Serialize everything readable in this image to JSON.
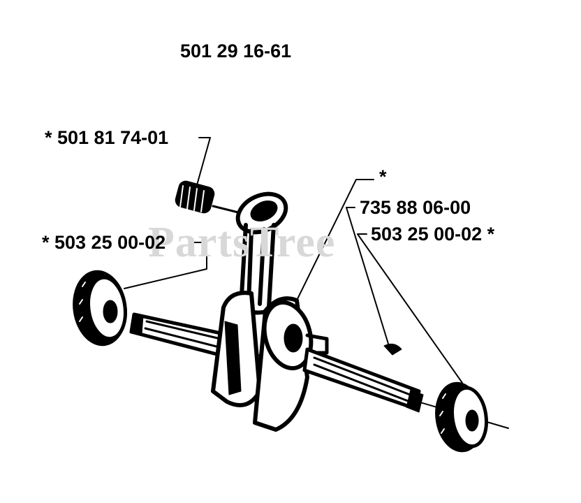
{
  "title_part": "501 29 16-61",
  "callouts": {
    "needle_bearing": "*  501 81 74-01",
    "bearing_left": "*  503 25 00-02",
    "star_crank": "*",
    "key": "735 88 06-00",
    "bearing_right": "503 25 00-02  *"
  },
  "watermark": "PartsTree",
  "colors": {
    "ink": "#000000",
    "watermark": "#d8d8d8",
    "background": "#ffffff"
  }
}
